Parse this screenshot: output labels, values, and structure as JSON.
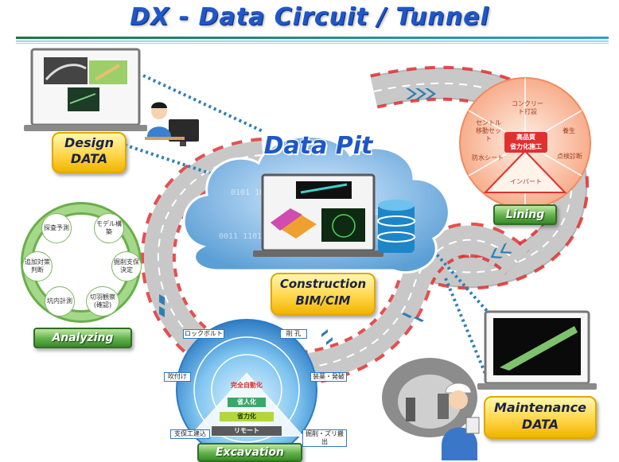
{
  "title": "DX - Data Circuit / Tunnel",
  "hub": {
    "title": "Data Pit",
    "badge_line1": "Construction",
    "badge_line2": "BIM/CIM"
  },
  "design": {
    "line1": "Design",
    "line2": "DATA"
  },
  "maintenance": {
    "line1": "Maintenance",
    "line2": "DATA"
  },
  "lining": {
    "label": "Lining",
    "center_line1": "高品質",
    "center_line2": "省力化施工",
    "items": [
      "コンクリート打設",
      "養生",
      "点検診断",
      "インバート",
      "防水シート",
      "セントル移動セット"
    ]
  },
  "analyzing": {
    "label": "Analyzing",
    "items": [
      "探査予測",
      "モデル構築",
      "掘削支保決定",
      "切羽観察(確認)",
      "坑内計測",
      "追加対策判断"
    ]
  },
  "excavation": {
    "label": "Excavation",
    "level_top": "完全自動化",
    "level_mid1": "省人化",
    "level_mid2": "省力化",
    "level_bottom": "リモート",
    "items": [
      "ロックボルト",
      "削 孔",
      "装薬・発破",
      "掘削・ズリ搬出",
      "支保工建込",
      "吹付け"
    ]
  },
  "colors": {
    "blue": "#1f57c8",
    "yellow": "#ffd64a",
    "green": "#5fb148",
    "red": "#e03030"
  }
}
